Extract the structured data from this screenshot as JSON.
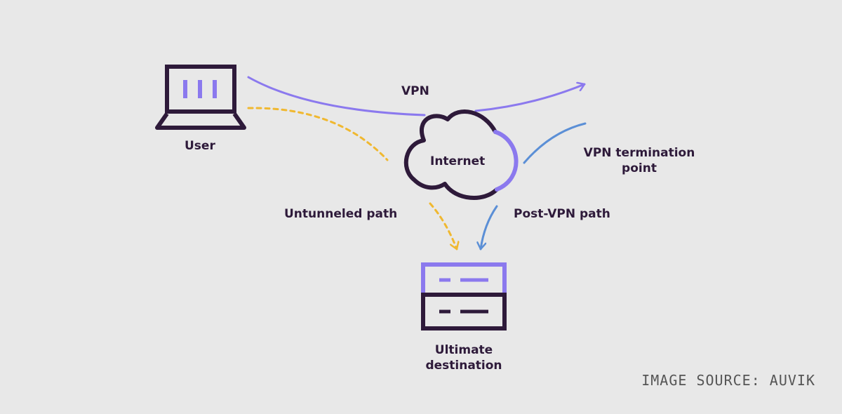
{
  "labels": {
    "user": "User",
    "vpn": "VPN",
    "internet": "Internet",
    "vpn_termination_line1": "VPN termination",
    "vpn_termination_line2": "point",
    "untunneled_path": "Untunneled path",
    "post_vpn_path": "Post-VPN path",
    "destination_line1": "Ultimate",
    "destination_line2": "destination"
  },
  "source": "IMAGE SOURCE: AUVIK",
  "colors": {
    "background": "#e8e8e8",
    "dark": "#2e1a3a",
    "vpn_purple": "#8b79ee",
    "untunneled_yellow": "#f0b830",
    "post_vpn_blue": "#5b8fd6",
    "source_gray": "#555555"
  },
  "icons": {
    "user": "laptop-icon",
    "internet": "cloud-icon",
    "destination": "server-icon"
  }
}
